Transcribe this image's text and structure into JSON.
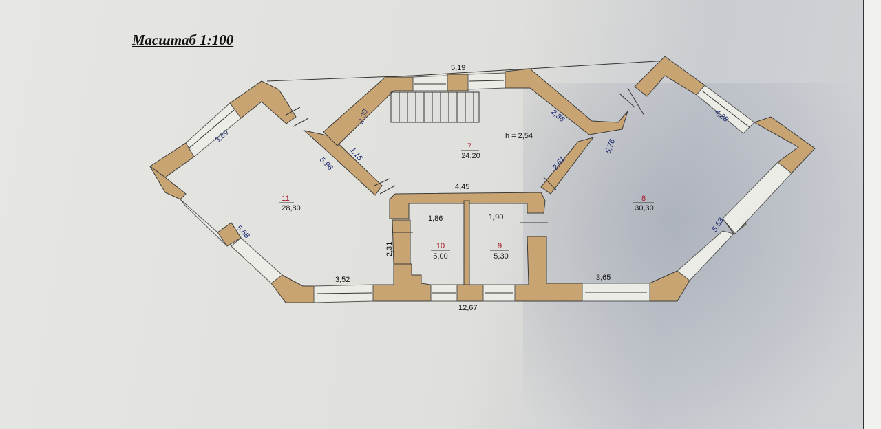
{
  "title": "Масштаб 1:100",
  "height_label": "h = 2,54",
  "rooms": [
    {
      "number": "11",
      "area": "28,80"
    },
    {
      "number": "7",
      "area": "24,20"
    },
    {
      "number": "8",
      "area": "30,30"
    },
    {
      "number": "10",
      "area": "5,00"
    },
    {
      "number": "9",
      "area": "5,30"
    }
  ],
  "dimensions": {
    "top_span": "5,19",
    "r7_left_upper": "2,30",
    "r7_right_upper": "2,36",
    "r7_left_lower": "1,15",
    "r7_right_lower": "2,61",
    "r11_upper_left": "3,89",
    "r11_upper_right": "5,96",
    "r11_lower_left": "5,68",
    "r11_bottom": "3,52",
    "r8_upper_left": "5,76",
    "r8_upper_right": "4,28",
    "r8_lower_right": "5,53",
    "r8_bottom": "3,65",
    "corridor_top": "4,45",
    "r10_width": "1,86",
    "r9_width": "1,90",
    "r10_height": "2,31",
    "bottom_total": "12,67"
  },
  "colors": {
    "wall": "#c8a473",
    "room_number": "#a3182a",
    "dimension": "#1d2a72"
  }
}
